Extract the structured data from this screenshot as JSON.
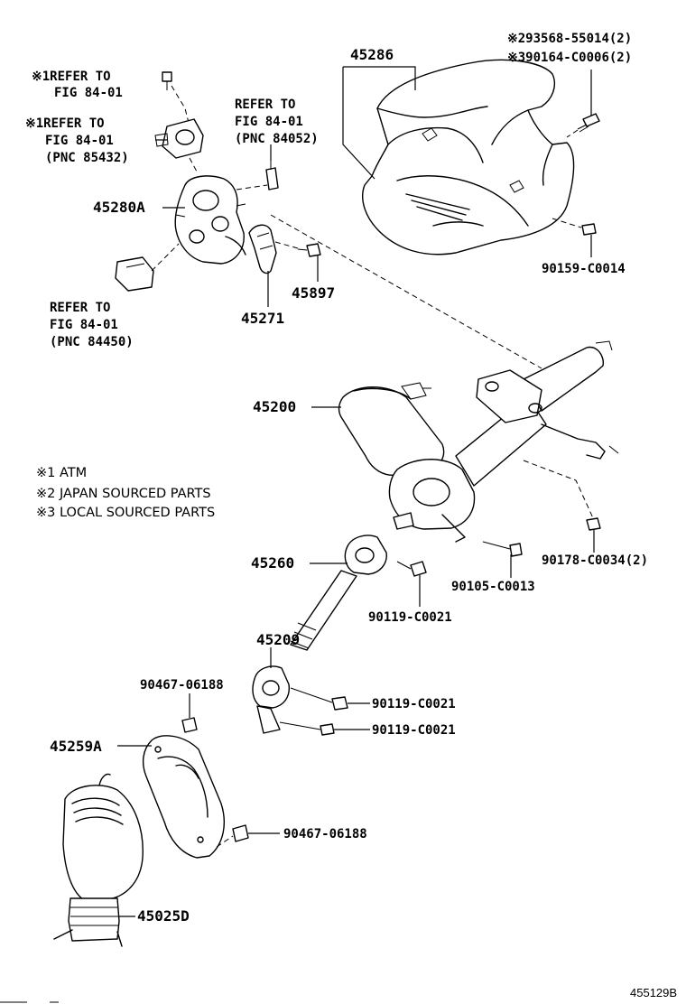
{
  "labels": {
    "p45286": "45286",
    "note_93568": "※293568-55014(2)",
    "note_90164": "※390164-C0006(2)",
    "p90159": "90159-C0014",
    "refer1_a": "※1REFER TO",
    "refer1_b": "FIG 84-01",
    "refer2_a": "※1REFER TO",
    "refer2_b": "FIG 84-01",
    "refer2_c": "(PNC 85432)",
    "refer3_a": "REFER TO",
    "refer3_b": "FIG 84-01",
    "refer3_c": "(PNC 84052)",
    "p45280A": "45280A",
    "p45897": "45897",
    "p45271": "45271",
    "refer4_a": "REFER TO",
    "refer4_b": "FIG 84-01",
    "refer4_c": "(PNC 84450)",
    "p45200": "45200",
    "legend1": "※1 ATM",
    "legend2": "※2 JAPAN SOURCED PARTS",
    "legend3": "※3 LOCAL SOURCED PARTS",
    "p45260": "45260",
    "p90178": "90178-C0034(2)",
    "p90105": "90105-C0013",
    "p90119a": "90119-C0021",
    "p45209": "45209",
    "p90467a": "90467-06188",
    "p90119b": "90119-C0021",
    "p90119c": "90119-C0021",
    "p45259A": "45259A",
    "p90467b": "90467-06188",
    "p45025D": "45025D",
    "figure_id": "455129B"
  }
}
